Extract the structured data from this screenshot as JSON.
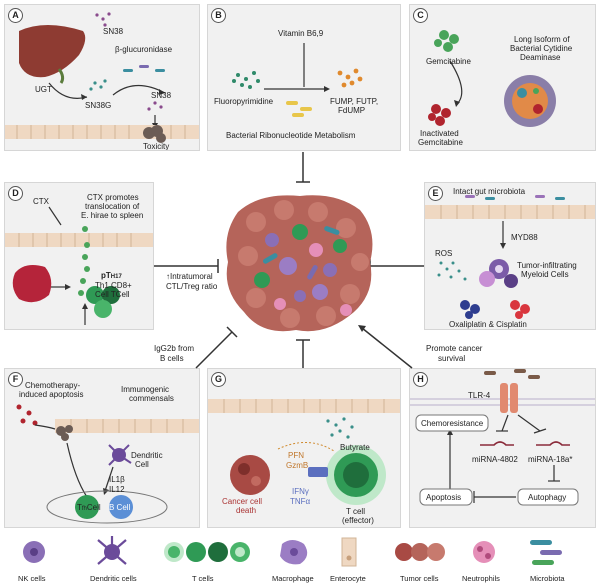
{
  "panels": {
    "A": {
      "letter": "A",
      "sn38_top": "SN38",
      "enzyme": "β-glucuronidase",
      "ugt": "UGT",
      "sn38g": "SN38G",
      "sn38_bottom": "SN38",
      "toxicity": "Toxicity"
    },
    "B": {
      "letter": "B",
      "vitamin": "Vitamin B6,9",
      "fluoro": "Fluoropyrimidine",
      "products": [
        "FUMP, FUTP,",
        "FdUMP"
      ],
      "caption": "Bacterial Ribonucleotide Metabolism"
    },
    "C": {
      "letter": "C",
      "gemcitabine": "Gemcitabine",
      "isoform": [
        "Long Isoform of",
        "Bacterial Cytidine",
        "Deaminase"
      ],
      "inactivated": [
        "Inactivated",
        "Gemcitabine"
      ]
    },
    "D": {
      "letter": "D",
      "ctx": "CTX",
      "promotes": [
        "CTX promotes",
        "translocation of",
        "E. hirae to spleen"
      ],
      "cells": [
        "pT",
        "Th1 CD8+",
        "Cell TCell"
      ],
      "pt_sub": "H17"
    },
    "E": {
      "letter": "E",
      "microbiota": "Intact gut microbiota",
      "myd88": "MYD88",
      "ros": "ROS",
      "myeloid": [
        "Tumor-infiltrating",
        "Myeloid Cells"
      ],
      "drugs": "Oxaliplatin & Cisplatin"
    },
    "F": {
      "letter": "F",
      "chemo": [
        "Chemotherapy-",
        "induced apoptosis"
      ],
      "commensals": [
        "Immunogenic",
        "commensals"
      ],
      "dendritic": [
        "Dendritic",
        "Cell"
      ],
      "il1b": "IL1β",
      "il12": "IL12",
      "tfh": "T",
      "tfh_sub": "fh",
      "tfh_tail": "Cell",
      "bcell": "B Cell"
    },
    "G": {
      "letter": "G",
      "butyrate": "Butyrate",
      "pfn": "PFN",
      "gzmb": "GzmB",
      "ifn": "IFNγ",
      "tnf": "TNFα",
      "death": [
        "Cancer cell",
        "death"
      ],
      "tcell": [
        "T cell",
        "(effector)"
      ]
    },
    "H": {
      "letter": "H",
      "tlr4": "TLR-4",
      "chemoresistance": "Chemoresistance",
      "mir4802": "miRNA-4802",
      "mir18a": "miRNA-18a*",
      "apoptosis": "Apoptosis",
      "autophagy": "Autophagy"
    }
  },
  "center": {
    "ratio": [
      "↑Intratumoral",
      "CTL/Treg ratio"
    ],
    "igg": [
      "IgG2b from",
      "B cells"
    ],
    "survival": [
      "Promote cancer",
      "survival"
    ]
  },
  "legend": [
    "NK cells",
    "Dendritic cells",
    "T cells",
    "Macrophage",
    "Enterocyte",
    "Tumor cells",
    "Neutrophils",
    "Microbiota"
  ],
  "colors": {
    "panel_bg": "#f1f1f1",
    "tumor": "#b5645a",
    "nk": "#8a6fb6",
    "dendritic": "#6b4b9a",
    "tcell": "#2f9a55",
    "macrophage": "#9b7dc4",
    "neutrophil": "#e58fb8",
    "microbiota": "#3b8ea0",
    "enterocyte": "#efd8c2",
    "bcell": "#5b8fd6"
  }
}
